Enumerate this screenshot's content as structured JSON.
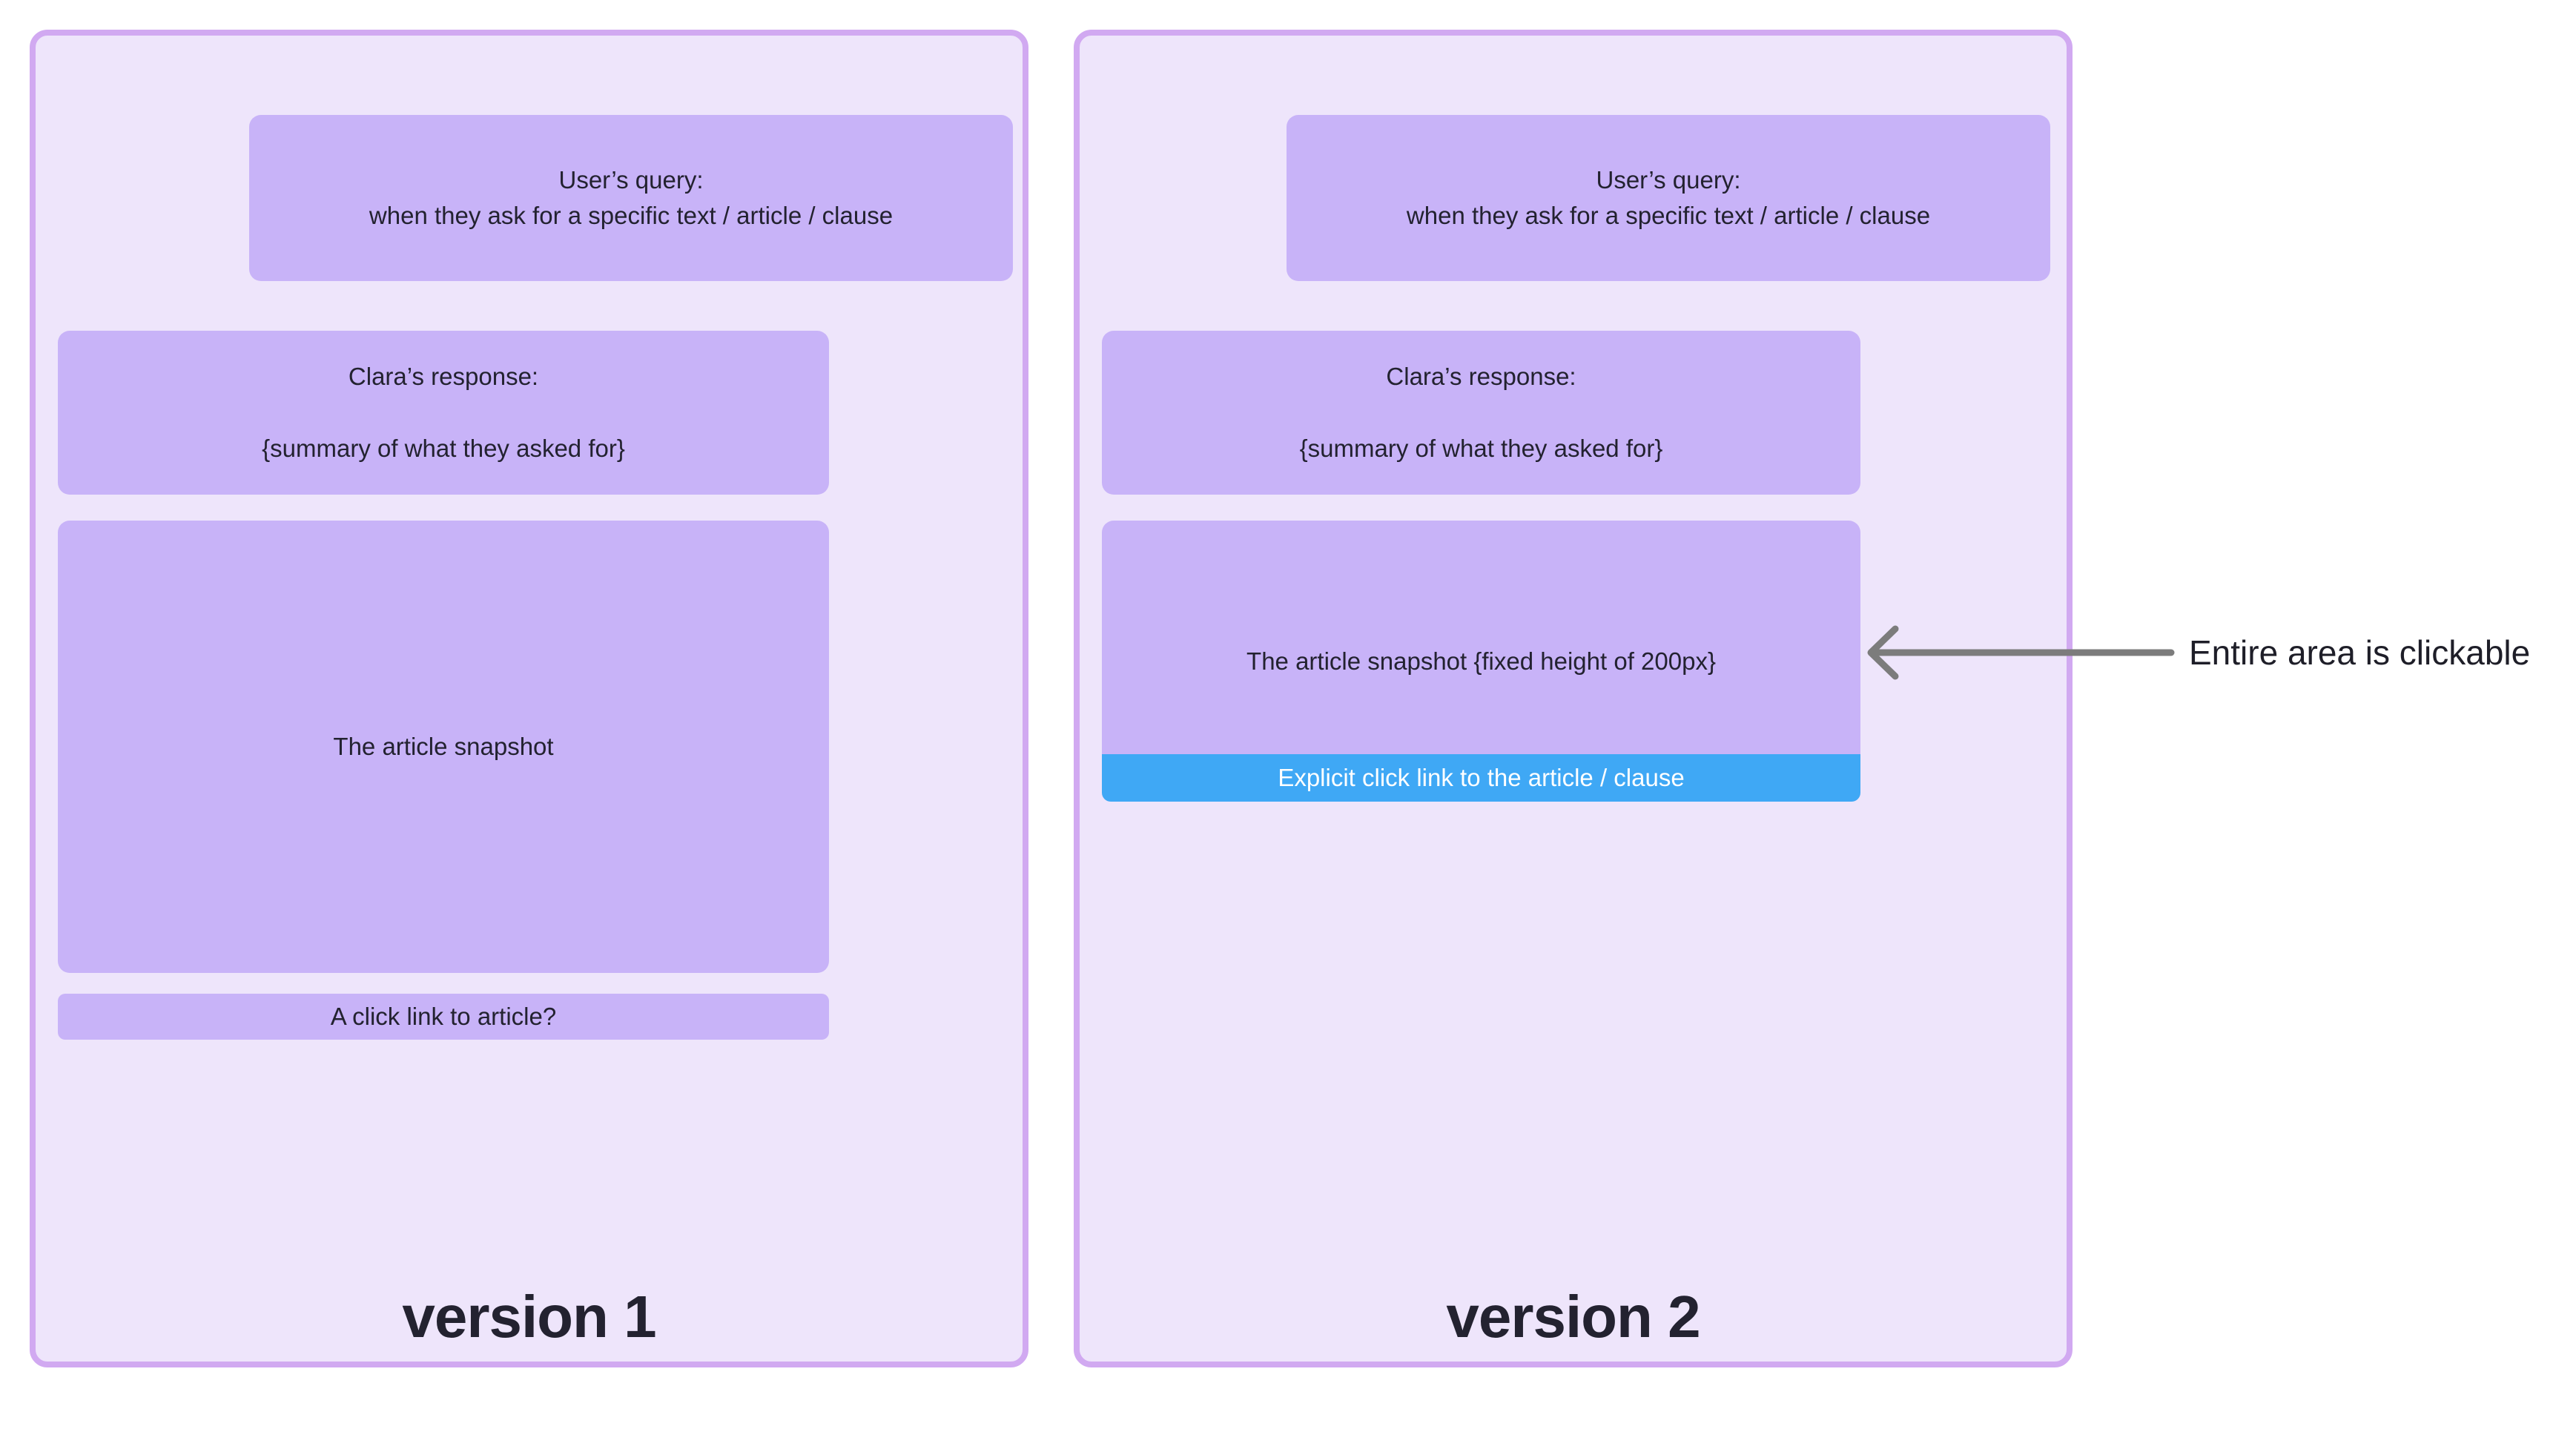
{
  "annotation": {
    "label": "Entire area is clickable"
  },
  "palette": {
    "canvas_bg": "#ffffff",
    "panel_bg": "#EEE5FB",
    "panel_border": "#D1A9F1",
    "box_purple": "#C8B3F8",
    "link_blue": "#3FA8F5",
    "link_text": "#ffffff",
    "text_dark": "#232230",
    "arrow_gray": "#7C7C7C"
  },
  "panels": [
    {
      "label": "version 1",
      "user_query": {
        "title": "User’s query:",
        "subtitle": "when they ask for a specific text / article / clause"
      },
      "clara_response": {
        "title": "Clara’s response:",
        "body": "{summary of what they asked for}"
      },
      "snapshot": {
        "text": "The article snapshot"
      },
      "link": {
        "text": "A click link to article?"
      }
    },
    {
      "label": "version 2",
      "user_query": {
        "title": "User’s query:",
        "subtitle": "when they ask for a specific text / article / clause"
      },
      "clara_response": {
        "title": "Clara’s response:",
        "body": "{summary of what they asked for}"
      },
      "snapshot": {
        "text": "The article snapshot {fixed height of 200px}"
      },
      "link": {
        "text": "Explicit click link to the article / clause"
      }
    }
  ]
}
